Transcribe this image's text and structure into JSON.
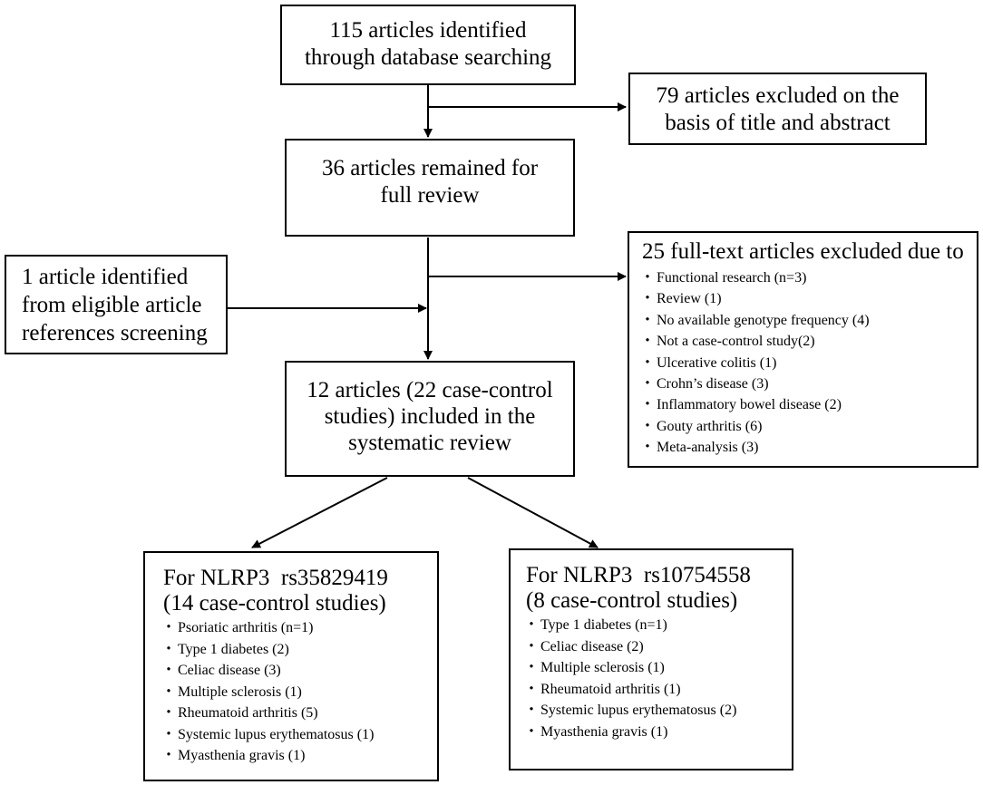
{
  "boxes": {
    "identified": {
      "line1": "115 articles identified",
      "line2": "through database searching"
    },
    "excluded_title": {
      "line1": "79 articles excluded on the",
      "line2": "basis of title and abstract"
    },
    "full_review": {
      "line1": "36 articles remained for",
      "line2": "full review"
    },
    "references": {
      "line1": "1 article identified",
      "line2": "from eligible article",
      "line3": "references screening"
    },
    "excluded_fulltext": {
      "header": "25 full-text articles excluded due to",
      "items": [
        "Functional research (n=3)",
        "Review (1)",
        "No available genotype frequency (4)",
        "Not a case-control study(2)",
        "Ulcerative colitis  (1)",
        "Crohn’s disease (3)",
        "Inflammatory bowel disease (2)",
        "Gouty arthritis (6)",
        "Meta-analysis (3)"
      ]
    },
    "included": {
      "line1": "12 articles (22 case-control",
      "line2": "studies) included in the",
      "line3": "systematic review"
    },
    "rs35829419": {
      "line1": "For NLRP3  rs35829419",
      "line2": "(14 case-control studies)",
      "items": [
        "Psoriatic arthritis (n=1)",
        "Type 1 diabetes (2)",
        "Celiac disease (3)",
        "Multiple sclerosis (1)",
        "Rheumatoid arthritis (5)",
        "Systemic lupus erythematosus (1)",
        "Myasthenia gravis (1)"
      ]
    },
    "rs10754558": {
      "line1": "For NLRP3  rs10754558",
      "line2": "(8 case-control studies)",
      "items": [
        "Type 1 diabetes (n=1)",
        "Celiac disease (2)",
        "Multiple sclerosis (1)",
        "Rheumatoid arthritis (1)",
        "Systemic lupus erythematosus (2)",
        "Myasthenia gravis (1)"
      ]
    }
  }
}
